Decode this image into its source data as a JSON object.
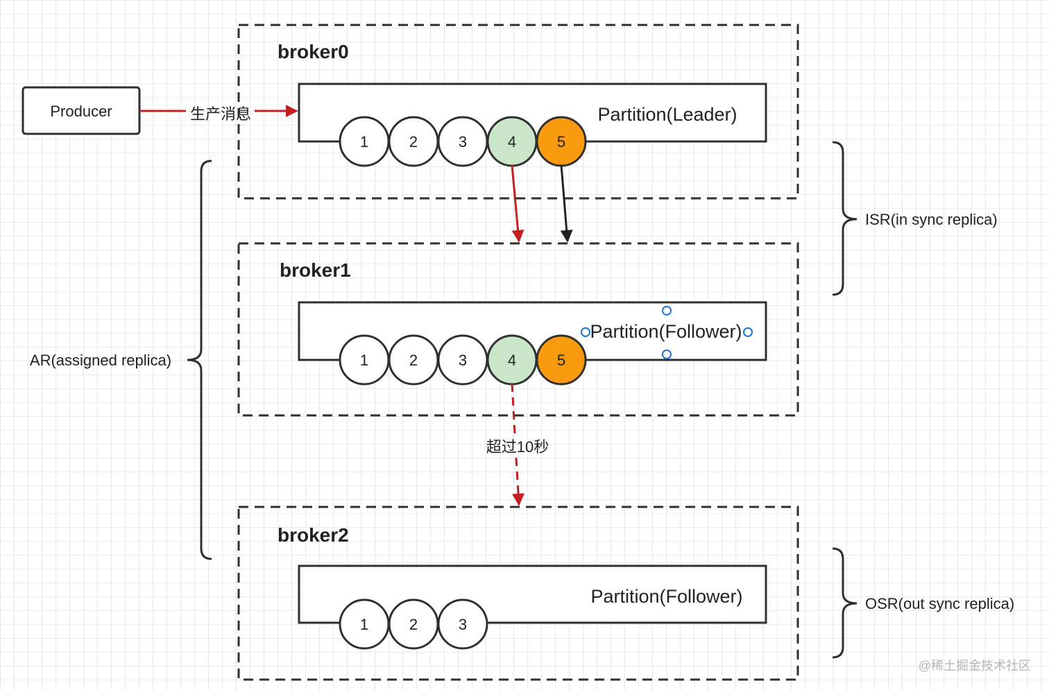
{
  "producer": {
    "label": "Producer"
  },
  "produce_edge": {
    "label": "生产消息"
  },
  "brokers": [
    {
      "name": "broker0",
      "partition": "Partition(Leader)",
      "messages": [
        {
          "id": "1",
          "state": "default"
        },
        {
          "id": "2",
          "state": "default"
        },
        {
          "id": "3",
          "state": "default"
        },
        {
          "id": "4",
          "state": "syncing"
        },
        {
          "id": "5",
          "state": "latest"
        }
      ]
    },
    {
      "name": "broker1",
      "partition": "Partition(Follower)",
      "messages": [
        {
          "id": "1",
          "state": "default"
        },
        {
          "id": "2",
          "state": "default"
        },
        {
          "id": "3",
          "state": "default"
        },
        {
          "id": "4",
          "state": "syncing"
        },
        {
          "id": "5",
          "state": "latest"
        }
      ]
    },
    {
      "name": "broker2",
      "partition": "Partition(Follower)",
      "messages": [
        {
          "id": "1",
          "state": "default"
        },
        {
          "id": "2",
          "state": "default"
        },
        {
          "id": "3",
          "state": "default"
        }
      ]
    }
  ],
  "lag_edge": {
    "label": "超过10秒"
  },
  "groups": {
    "ar": "AR(assigned replica)",
    "isr": "ISR(in sync replica)",
    "osr": "OSR(out sync replica)"
  },
  "watermark": "@稀土掘金技术社区",
  "colors": {
    "default": "#ffffff",
    "syncing": "#c9e6c9",
    "latest": "#f99a0f",
    "produce_arrow": "#c41f1f",
    "sync_arrow": "#222222",
    "selection_handle": "#1a73e8"
  }
}
